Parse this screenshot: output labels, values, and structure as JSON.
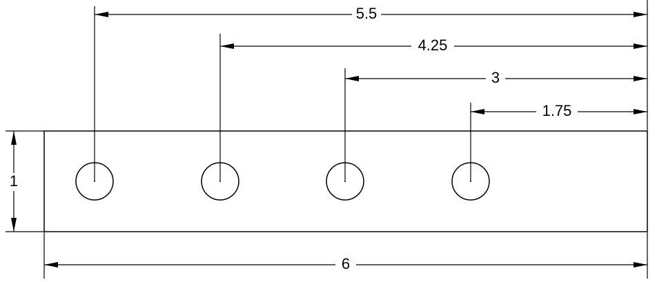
{
  "drawing": {
    "units": "",
    "part": {
      "length": 6,
      "height": 1
    },
    "holes": [
      {
        "distance_from_right": 5.5,
        "label": "5.5"
      },
      {
        "distance_from_right": 4.25,
        "label": "4.25"
      },
      {
        "distance_from_right": 3,
        "label": "3"
      },
      {
        "distance_from_right": 1.75,
        "label": "1.75"
      }
    ],
    "dimensions": {
      "overall_length": "6",
      "height": "1"
    },
    "colors": {
      "line": "#000000",
      "background": "#ffffff"
    }
  }
}
